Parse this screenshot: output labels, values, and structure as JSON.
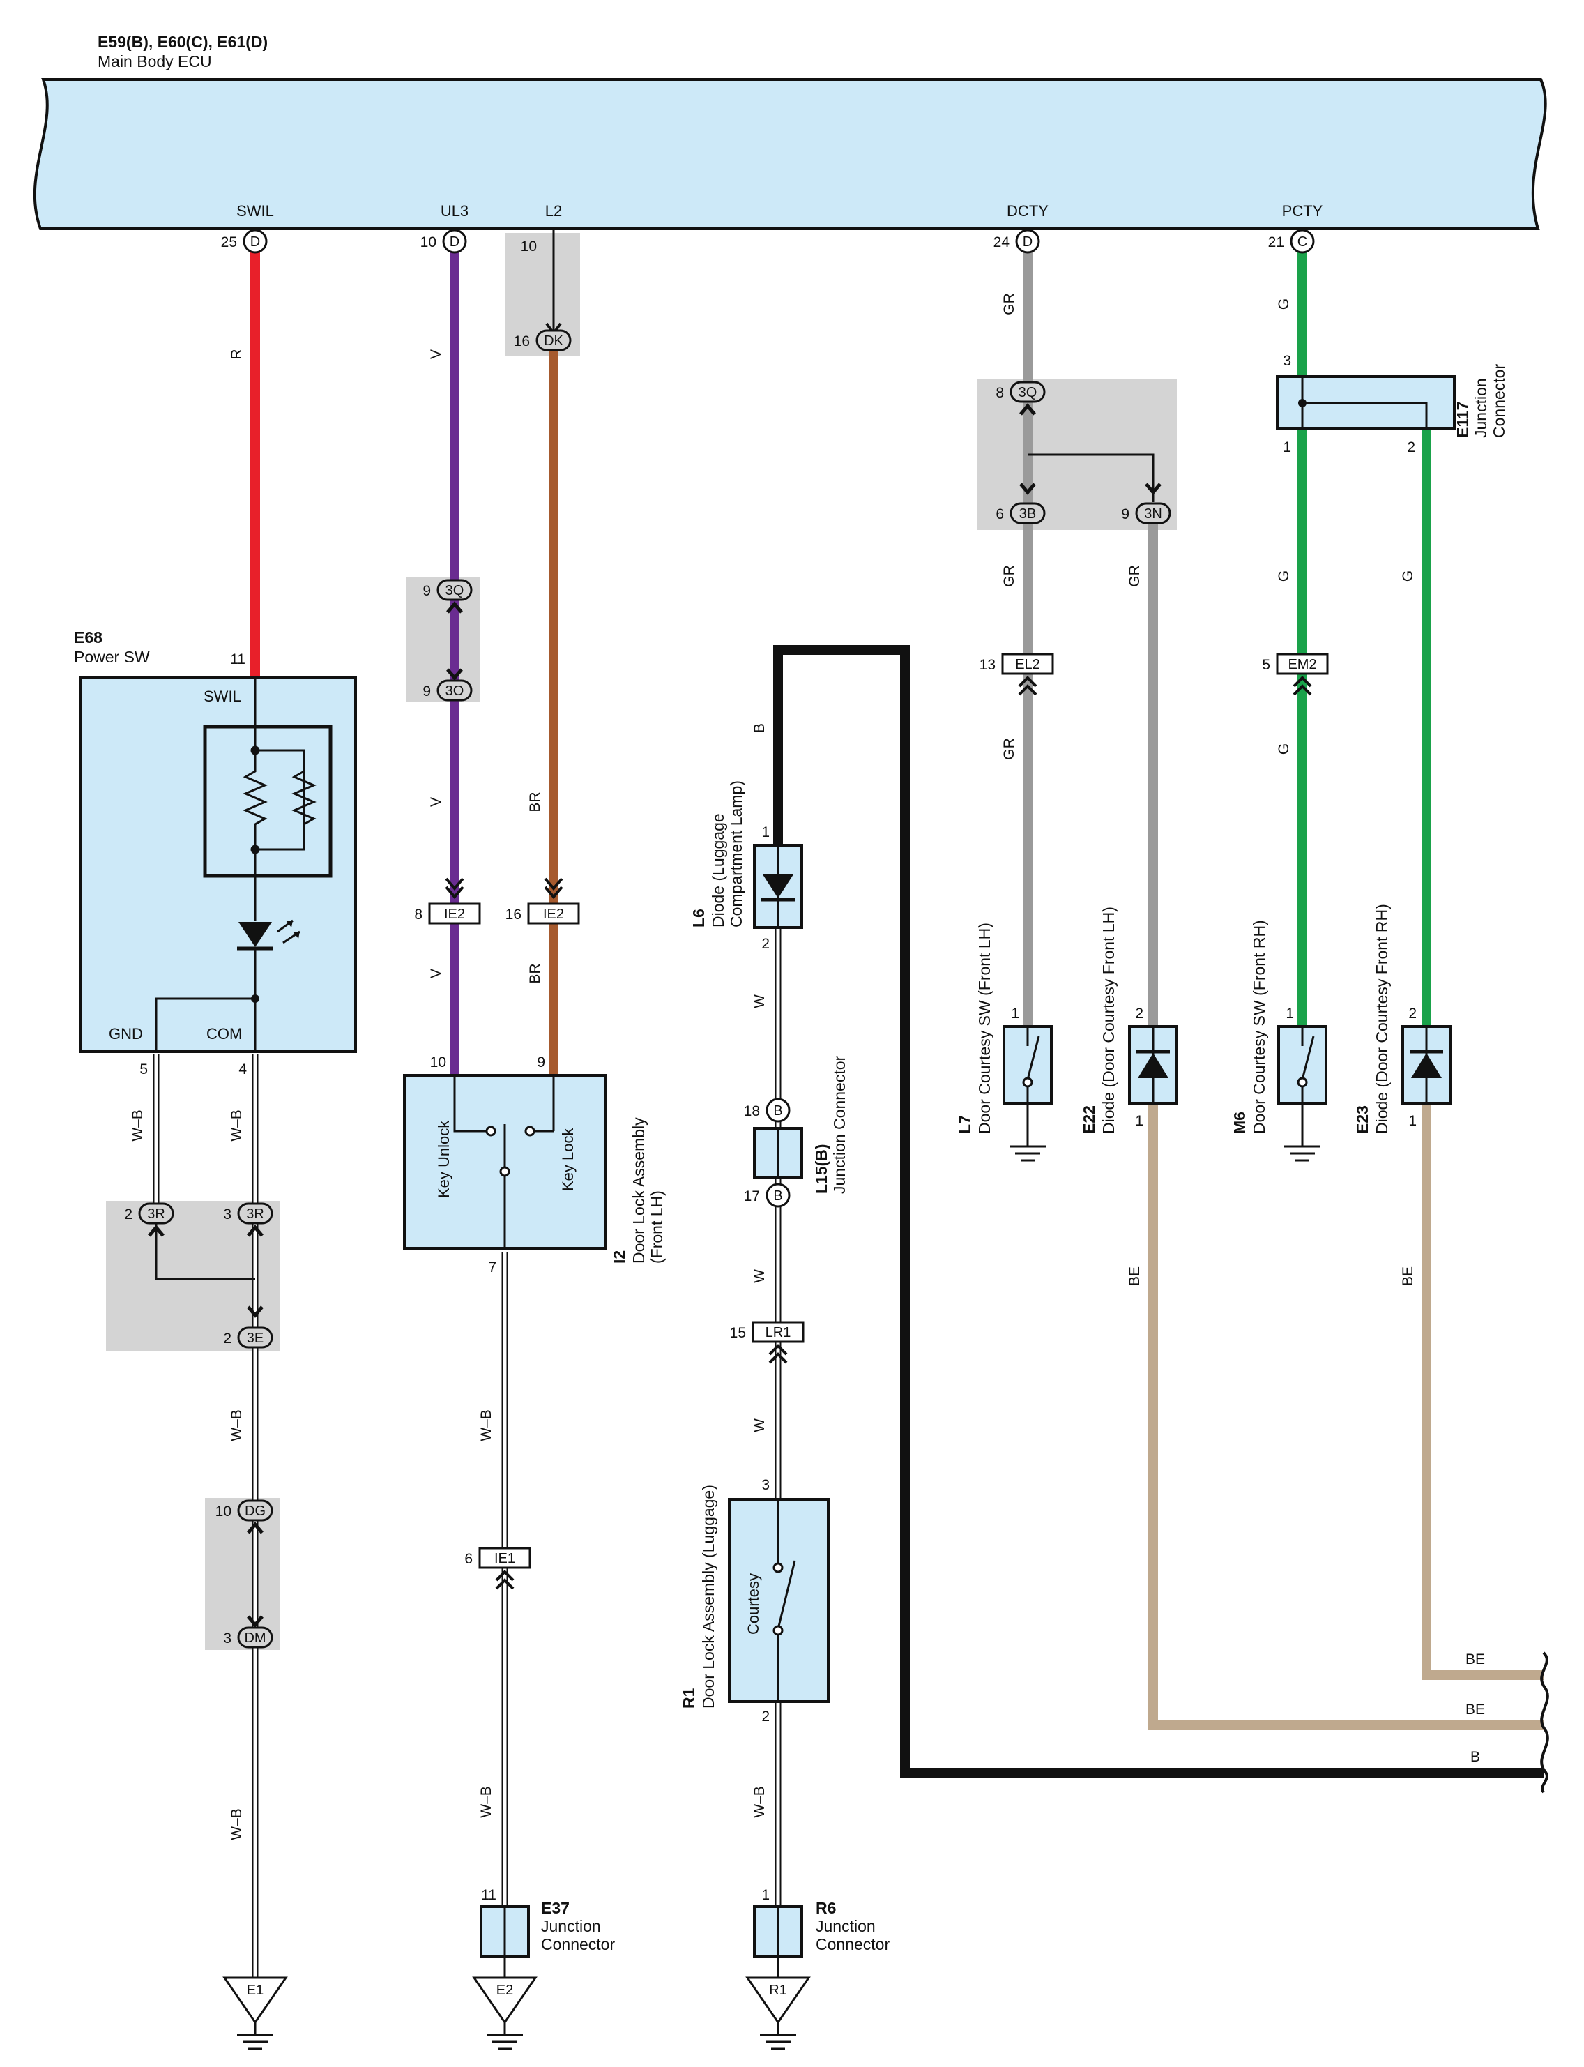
{
  "ecu": {
    "title_ids": "E59(B), E60(C), E61(D)",
    "title_name": "Main Body ECU",
    "terminals": [
      {
        "name": "SWIL",
        "pin": "25",
        "conn": "D"
      },
      {
        "name": "UL3",
        "pin": "10",
        "conn": "D"
      },
      {
        "name": "L2",
        "pin": "10",
        "conn": ""
      },
      {
        "name": "DCTY",
        "pin": "24",
        "conn": "D"
      },
      {
        "name": "PCTY",
        "pin": "21",
        "conn": "C"
      }
    ]
  },
  "colors": {
    "R": "#e8202a",
    "V": "#6a2c91",
    "BR": "#a65a2e",
    "GR": "#9a9a9a",
    "G": "#1aa24a",
    "BE": "#bfa98e",
    "B": "#111111",
    "component_fill": "#cde9f8",
    "junction_fill": "#d4d4d4"
  },
  "components": {
    "power_sw": {
      "id": "E68",
      "name": "Power SW",
      "pin_top": "11",
      "label_top": "SWIL",
      "label_gnd": "GND",
      "label_com": "COM",
      "pin_gnd": "5",
      "pin_com": "4"
    },
    "door_lock_lh": {
      "id": "I2",
      "name1": "Door Lock Assembly",
      "name2": "(Front LH)",
      "label_unlock": "Key Unlock",
      "label_lock": "Key Lock",
      "pin_a": "10",
      "pin_b": "9",
      "pin_c": "7"
    },
    "diode_luggage": {
      "id": "L6",
      "name1": "Diode (Luggage",
      "name2": "Compartment Lamp)",
      "pin_a": "1",
      "pin_b": "2"
    },
    "jc_l15": {
      "id": "L15(B)",
      "name": "Junction Connector",
      "pin_a": "18",
      "pin_b": "17",
      "conn": "B"
    },
    "door_lock_luggage": {
      "id": "R1",
      "name": "Door Lock Assembly (Luggage)",
      "label": "Courtesy",
      "pin_a": "3",
      "pin_b": "2"
    },
    "jc_r6": {
      "id": "R6",
      "name1": "Junction",
      "name2": "Connector",
      "pin": "1"
    },
    "jc_e37": {
      "id": "E37",
      "name1": "Junction",
      "name2": "Connector",
      "pin": "11"
    },
    "courtesy_lh": {
      "id": "L7",
      "name": "Door Courtesy SW (Front LH)",
      "pin": "1"
    },
    "diode_lh": {
      "id": "E22",
      "name": "Diode (Door Courtesy Front LH)",
      "pin_a": "2",
      "pin_b": "1"
    },
    "courtesy_rh": {
      "id": "M6",
      "name": "Door Courtesy SW (Front RH)",
      "pin": "1"
    },
    "diode_rh": {
      "id": "E23",
      "name": "Diode (Door Courtesy Front RH)",
      "pin_a": "2",
      "pin_b": "1"
    },
    "jc_e117": {
      "id": "E117",
      "name1": "Junction",
      "name2": "Connector",
      "pin_in": "3",
      "pin_a": "1",
      "pin_b": "2"
    }
  },
  "connectors": {
    "c_3q_a": {
      "pin": "9",
      "label": "3Q"
    },
    "c_3o": {
      "pin": "9",
      "label": "3O"
    },
    "c_dk_top": {
      "pin": "10",
      "label": ""
    },
    "c_dk": {
      "pin": "16",
      "label": "DK"
    },
    "c_ie2_a": {
      "pin": "8",
      "label": "IE2"
    },
    "c_ie2_b": {
      "pin": "16",
      "label": "IE2"
    },
    "c_3r_a": {
      "pin": "2",
      "label": "3R"
    },
    "c_3r_b": {
      "pin": "3",
      "label": "3R"
    },
    "c_3e": {
      "pin": "2",
      "label": "3E"
    },
    "c_dg": {
      "pin": "10",
      "label": "DG"
    },
    "c_dm": {
      "pin": "3",
      "label": "DM"
    },
    "c_ie1": {
      "pin": "6",
      "label": "IE1"
    },
    "c_lr1": {
      "pin": "15",
      "label": "LR1"
    },
    "c_3q_b": {
      "pin": "8",
      "label": "3Q"
    },
    "c_3b": {
      "pin": "6",
      "label": "3B"
    },
    "c_3n": {
      "pin": "9",
      "label": "3N"
    },
    "c_el2": {
      "pin": "13",
      "label": "EL2"
    },
    "c_em2": {
      "pin": "5",
      "label": "EM2"
    }
  },
  "grounds": {
    "g1": "E1",
    "g2": "E2",
    "g3": "R1"
  },
  "wire_labels": {
    "R": "R",
    "V": "V",
    "BR": "BR",
    "GR": "GR",
    "G": "G",
    "BE": "BE",
    "B": "B",
    "W": "W",
    "WB": "W–B"
  }
}
